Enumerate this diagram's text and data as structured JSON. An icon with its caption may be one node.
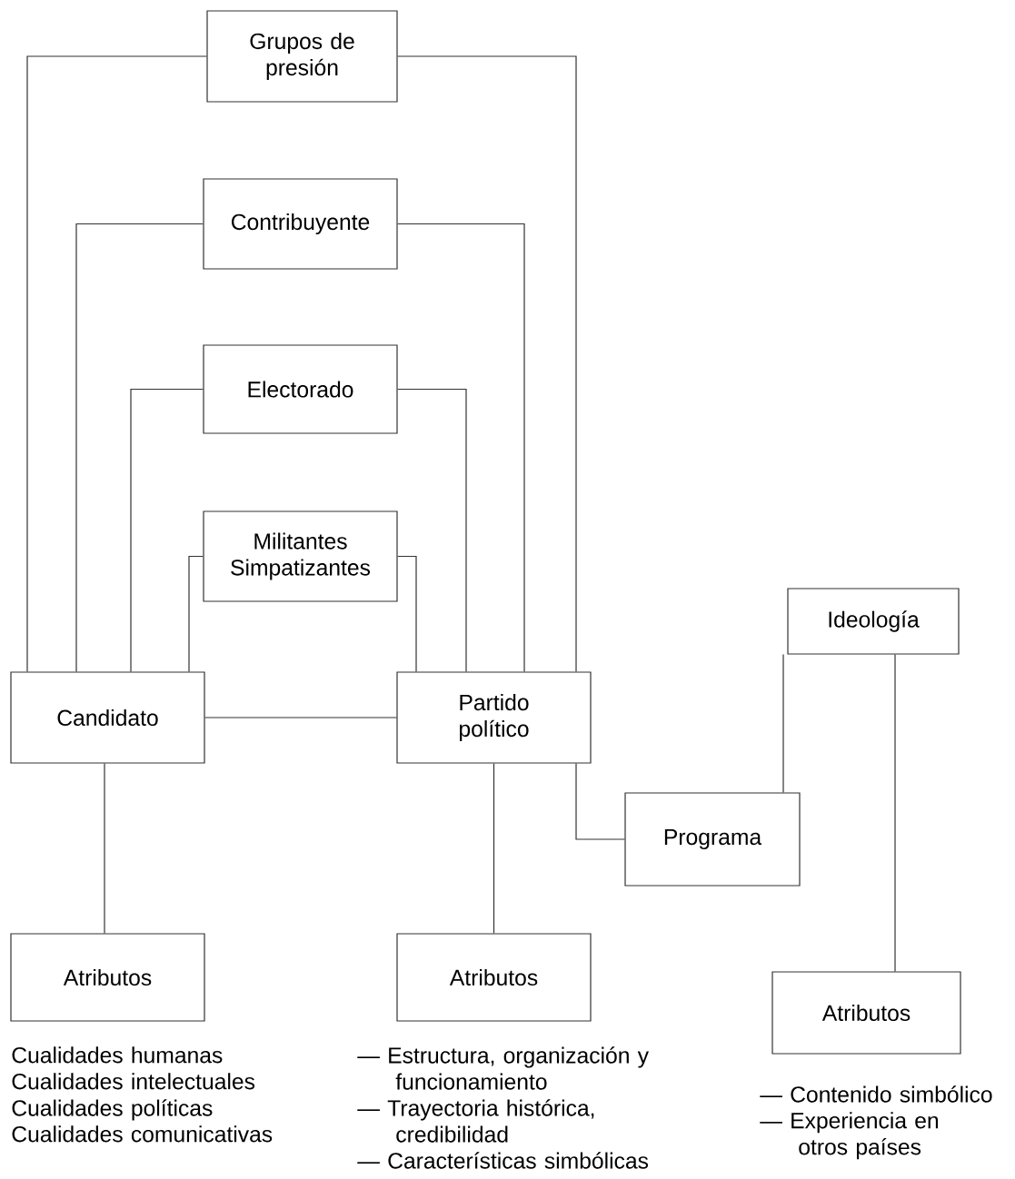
{
  "diagram": {
    "nodes": [
      {
        "text": [
          "Grupos de presión"
        ]
      },
      {
        "text": [
          "Contribuyente"
        ]
      },
      {
        "text": [
          "Electorado"
        ]
      },
      {
        "text": [
          "Militantes Simpatizantes"
        ]
      },
      {
        "text": [
          "Candidato"
        ]
      },
      {
        "text": [
          "Partido político"
        ]
      },
      {
        "text": [
          "Ideología"
        ]
      },
      {
        "text": [
          "Programa"
        ]
      },
      {
        "text": [
          "Atributos"
        ],
        "beside": [
          "Cualidades humanas",
          "Cualidades intelectuales",
          "Cualidades políticas",
          "Cualidades comunicativas"
        ]
      },
      {
        "text": [
          "Atributos"
        ],
        "beside": [
          "— Estructura, organización y funcionamiento",
          "— Trayectoria histórica, credibilidad",
          "— Características simbólicas"
        ]
      },
      {
        "text": [
          "Atributos"
        ],
        "beside": [
          "— Contenido simbólico",
          "— Experiencia en otros países"
        ]
      }
    ],
    "edges": [
      {
        "from": 0,
        "to": 4,
        "arrow": "none"
      },
      {
        "from": 0,
        "to": 5,
        "arrow": "none"
      },
      {
        "from": 1,
        "to": 4,
        "arrow": "none"
      },
      {
        "from": 1,
        "to": 5,
        "arrow": "none"
      },
      {
        "from": 2,
        "to": 4,
        "arrow": "none"
      },
      {
        "from": 2,
        "to": 5,
        "arrow": "none"
      },
      {
        "from": 3,
        "to": 4,
        "arrow": "none"
      },
      {
        "from": 3,
        "to": 5,
        "arrow": "none"
      },
      {
        "from": 4,
        "to": 5,
        "arrow": "none"
      },
      {
        "from": 4,
        "to": 8,
        "arrow": "none"
      },
      {
        "from": 5,
        "to": 9,
        "arrow": "none"
      },
      {
        "from": 5,
        "to": 7,
        "arrow": "none"
      },
      {
        "from": 6,
        "to": 7,
        "arrow": "none"
      },
      {
        "from": 6,
        "to": 10,
        "arrow": "none"
      }
    ]
  }
}
